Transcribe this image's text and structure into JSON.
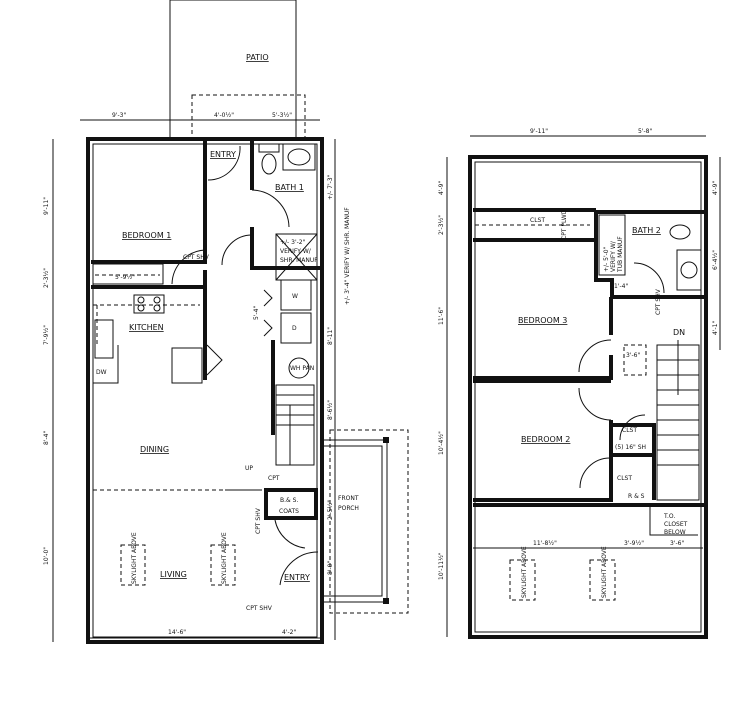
{
  "main_floor": {
    "rooms": {
      "patio": "PATIO",
      "entry_rear": "ENTRY",
      "bath1": "BATH 1",
      "bedroom1": "BEDROOM 1",
      "kitchen": "KITCHEN",
      "dining": "DINING",
      "living": "LIVING",
      "entry_front": "ENTRY",
      "front_porch_1": "FRONT",
      "front_porch_2": "PORCH",
      "coats": "COATS",
      "bs": "B.& S."
    },
    "notes": {
      "shower_1": "+/- 3'-2\"",
      "shower_2": "VERIFY W/",
      "shower_3": "SHR. MANUF",
      "cpt_shv_1": "CPT   SHV",
      "cpt": "CPT",
      "cpt_shv_2": "CPT SHV",
      "cpt_shv_3": "CPT SHV",
      "up": "UP",
      "washer": "W",
      "dryer": "D",
      "dw": "DW",
      "wh_pan": "WH PAN",
      "skylight_1": "SKYLIGHT ABOVE",
      "skylight_2": "SKYLIGHT ABOVE",
      "shelf": "5'-9½\""
    },
    "dimensions": {
      "top": [
        "9'-3\"",
        "4'-0½\"",
        "5'-3½\""
      ],
      "left": [
        "9'-11\"",
        "2'-3½\"",
        "7'-9½\"",
        "8'-4\"",
        "10'-0\""
      ],
      "right": [
        "+/- 7'-3\"",
        "+/- 3'-4\" VERIFY W/ SHR. MANUF",
        "8'-11\"",
        "8'-6½\"",
        "2'-5½\"",
        "8'-0\""
      ],
      "inner": [
        "5'-4\""
      ],
      "bottom": [
        "14'-6\"",
        "4'-2\""
      ]
    }
  },
  "upper_floor": {
    "rooms": {
      "bath2": "BATH 2",
      "bedroom3": "BEDROOM 3",
      "bedroom2": "BEDROOM 2",
      "clst_top": "CLST",
      "clst_mid": "CLST",
      "clst_low": "CLST",
      "dn": "DN"
    },
    "notes": {
      "tub_1": "+/- 5'-0\"",
      "tub_2": "VERIFY W/",
      "tub_3": "TUB MANUF",
      "cpt_plwd": "CPT  PLWD",
      "cpt_shv": "CPT SHV",
      "one_four": "1'-4\"",
      "hall_dim": "3'-6\"",
      "shelves": "(5) 16\" SH",
      "rs": "R & S",
      "to_closet_1": "T.O.",
      "to_closet_2": "CLOSET",
      "to_closet_3": "BELOW",
      "skylight_1": "SKYLIGHT ABOVE",
      "skylight_2": "SKYLIGHT ABOVE"
    },
    "dimensions": {
      "top": [
        "9'-11\"",
        "5'-8\""
      ],
      "left": [
        "4'-9\"",
        "2'-3½\"",
        "11'-6\"",
        "10'-4½\"",
        "10'-11½\""
      ],
      "right": [
        "4'-9\"",
        "6'-4½\"",
        "4'-1\""
      ],
      "inner": [
        "11'-8½\"",
        "3'-9½\"",
        "3'-6\""
      ]
    }
  }
}
